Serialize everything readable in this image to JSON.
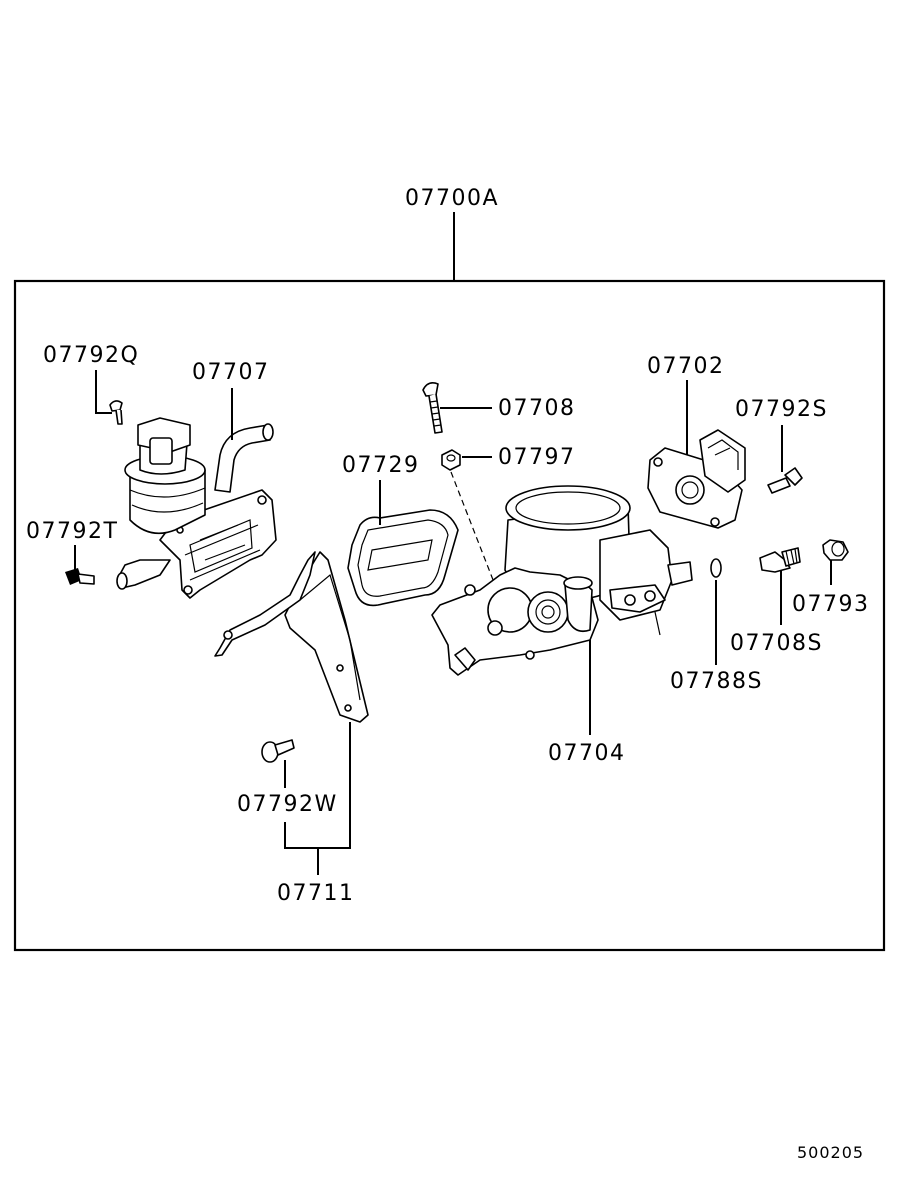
{
  "diagram": {
    "assembly_label": "07700A",
    "figure_ref": "500205",
    "labels": {
      "p07792Q": "07792Q",
      "p07707": "07707",
      "p07792T": "07792T",
      "p07708": "07708",
      "p07797": "07797",
      "p07729": "07729",
      "p07702": "07702",
      "p07792S": "07792S",
      "p07793": "07793",
      "p07708S": "07708S",
      "p07788S": "07788S",
      "p07704": "07704",
      "p07792W": "07792W",
      "p07711": "07711"
    }
  }
}
